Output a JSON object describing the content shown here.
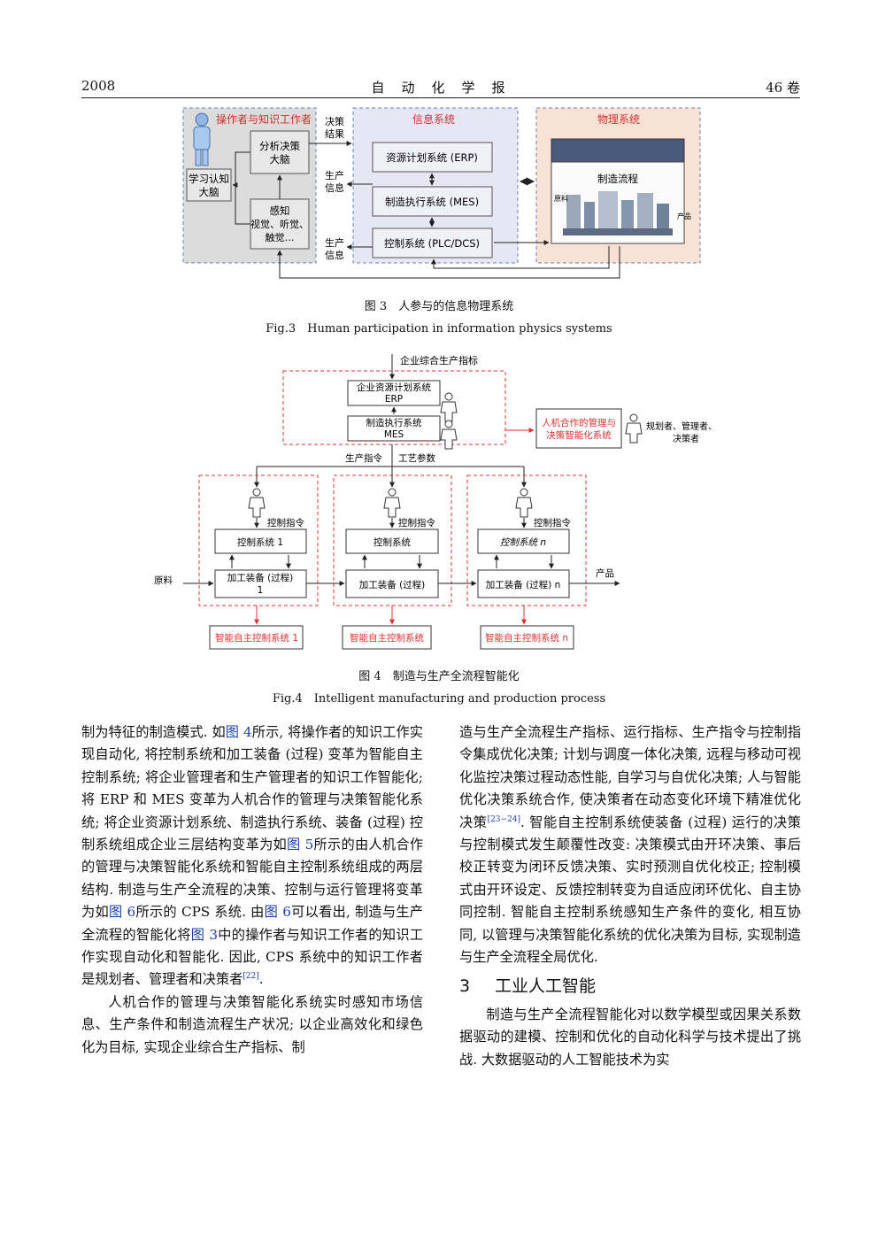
{
  "header": {
    "year": "2008",
    "journal": "自　动　化　学　报",
    "volume": "46 卷"
  },
  "fig3": {
    "operator_title": "操作者与知识工作者",
    "learn_line1": "学习认知",
    "learn_line2": "大脑",
    "analysis_line1": "分析决策",
    "analysis_line2": "大脑",
    "perception_line1": "感知",
    "perception_line2": "视觉、听觉、",
    "perception_line3": "触觉…",
    "decision_line1": "决策",
    "decision_line2": "结果",
    "prod_info1_line1": "生产",
    "prod_info1_line2": "信息",
    "prod_info2_line1": "生产",
    "prod_info2_line2": "信息",
    "info_title": "信息系统",
    "erp": "资源计划系统 (ERP)",
    "mes": "制造执行系统 (MES)",
    "plc": "控制系统 (PLC/DCS)",
    "phys_title": "物理系统",
    "process": "制造流程",
    "raw": "原料",
    "product": "产品",
    "caption_cn": "图 3　人参与的信息物理系统",
    "caption_en": "Fig.3　Human participation in information physics systems"
  },
  "fig4": {
    "top_input": "企业综合生产指标",
    "erp_line1": "企业资源计划系统",
    "erp_line2": "ERP",
    "mes_line1": "制造执行系统",
    "mes_line2": "MES",
    "hm_line1": "人机合作的管理与",
    "hm_line2": "决策智能化系统",
    "planners_line1": "规划者、管理者、",
    "planners_line2": "决策者",
    "prod_cmd": "生产指令",
    "proc_param": "工艺参数",
    "ctrl_cmd_1": "控制指令",
    "ctrl_cmd_2": "控制指令",
    "ctrl_cmd_3": "控制指令",
    "ctrl_sys_1": "控制系统 1",
    "ctrl_sys_2": "控制系统",
    "ctrl_sys_3": "控制系统 n",
    "equip_1_line1": "加工装备 (过程)",
    "equip_1_line2": "1",
    "equip_2": "加工装备 (过程)",
    "equip_3": "加工装备 (过程) n",
    "raw": "原料",
    "product": "产品",
    "auto_1": "智能自主控制系统 1",
    "auto_2": "智能自主控制系统",
    "auto_3": "智能自主控制系统 n",
    "caption_cn": "图 4　制造与生产全流程智能化",
    "caption_en": "Fig.4　Intelligent manufacturing and production process"
  },
  "body": {
    "left_p1_a": "制为特征的制造模式. 如",
    "ref_fig4": "图 4",
    "left_p1_b": "所示, 将操作者的知识工作实现自动化, 将控制系统和加工装备 (过程) 变革为智能自主控制系统; 将企业管理者和生产管理者的知识工作智能化; 将 ERP 和 MES 变革为人机合作的管理与决策智能化系统; 将企业资源计划系统、制造执行系统、装备 (过程) 控制系统组成企业三层结构变革为如",
    "ref_fig5": "图 5",
    "left_p1_c": "所示的由人机合作的管理与决策智能化系统和智能自主控制系统组成的两层结构. 制造与生产全流程的决策、控制与运行管理将变革为如",
    "ref_fig6a": "图 6",
    "left_p1_d": "所示的 CPS 系统. 由",
    "ref_fig6b": "图 6",
    "left_p1_e": "可以看出, 制造与生产全流程的智能化将",
    "ref_fig3": "图 3",
    "left_p1_f": "中的操作者与知识工作者的知识工作实现自动化和智能化. 因此, CPS 系统中的知识工作者是规划者、管理者和决策者",
    "cite_22": "[22]",
    "left_p1_g": ".",
    "left_p2": "人机合作的管理与决策智能化系统实时感知市场信息、生产条件和制造流程生产状况; 以企业高效化和绿色化为目标, 实现企业综合生产指标、制",
    "right_p1_a": "造与生产全流程生产指标、运行指标、生产指令与控制指令集成优化决策; 计划与调度一体化决策, 远程与移动可视化监控决策过程动态性能, 自学习与自优化决策; 人与智能优化决策系统合作, 使决策者在动态变化环境下精准优化决策",
    "cite_23_24": "[23−24]",
    "right_p1_b": ". 智能自主控制系统使装备 (过程) 运行的决策与控制模式发生颠覆性改变: 决策模式由开环决策、事后校正转变为闭环反馈决策、实时预测自优化校正; 控制模式由开环设定、反馈控制转变为自适应闭环优化、自主协同控制. 智能自主控制系统感知生产条件的变化, 相互协同, 以管理与决策智能化系统的优化决策为目标, 实现制造与生产全流程全局优化.",
    "section_num": "3",
    "section_title": "工业人工智能",
    "right_p2": "制造与生产全流程智能化对以数学模型或因果关系数据驱动的建模、控制和优化的自动化科学与技术提出了挑战. 大数据驱动的人工智能技术为实"
  }
}
